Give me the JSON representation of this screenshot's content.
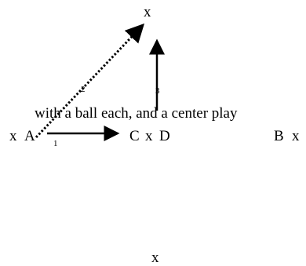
{
  "caption": "with a ball each, and a center play",
  "marker": "x",
  "players": {
    "a": "A",
    "b": "B",
    "c": "C",
    "d": "D"
  },
  "arrows": [
    {
      "label": "1",
      "style": "solid"
    },
    {
      "label": "2",
      "style": "dotted"
    },
    {
      "label": "3",
      "style": "solid"
    }
  ]
}
